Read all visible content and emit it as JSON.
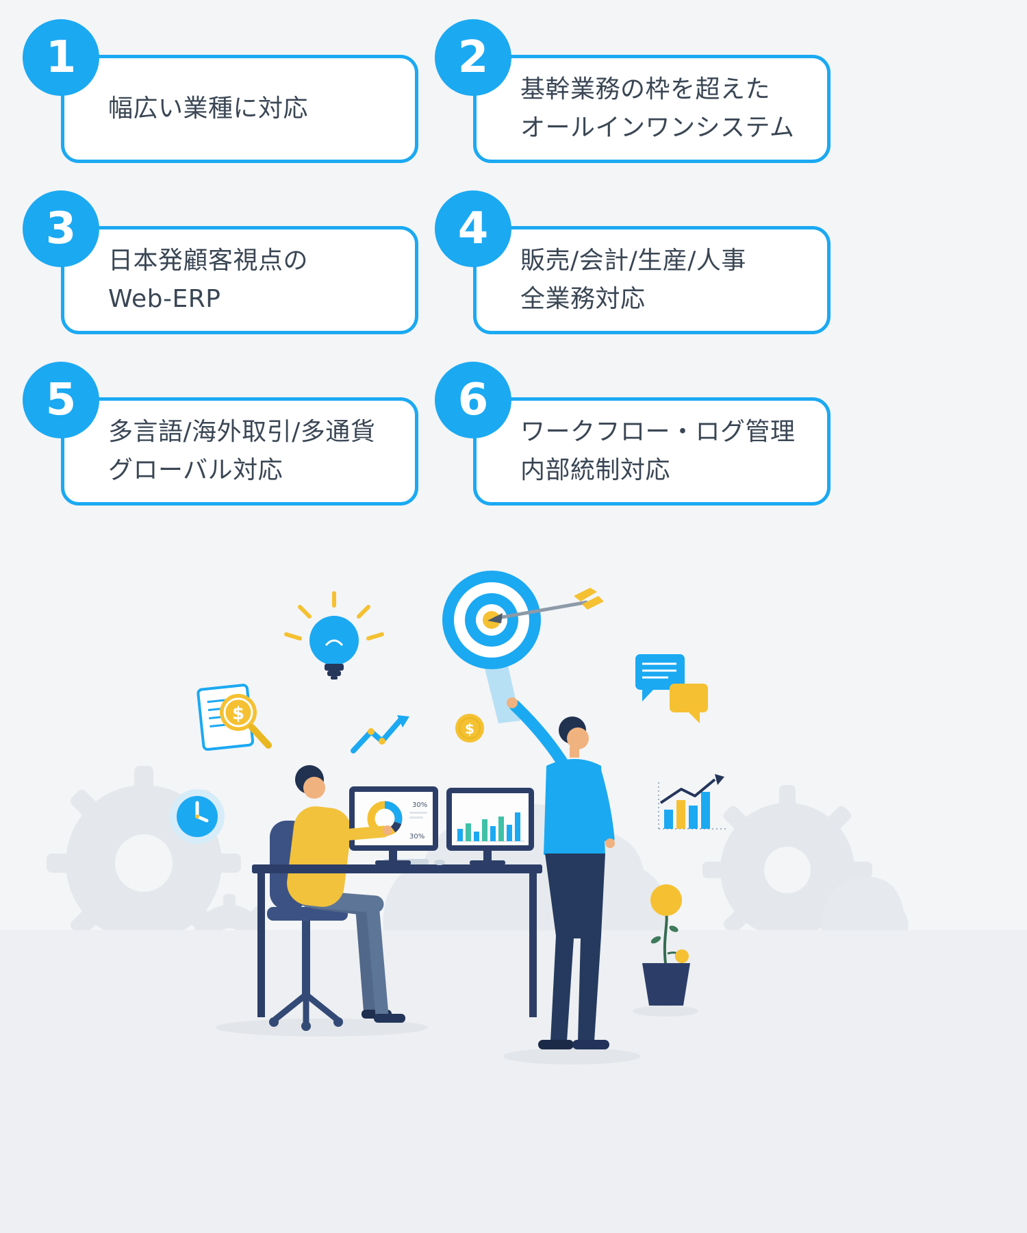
{
  "colors": {
    "accent_blue": "#1ba9f2",
    "accent_yellow": "#f5c132",
    "dark_navy": "#2c3e68",
    "text": "#3a4654",
    "background": "#f3f5f7"
  },
  "features": [
    {
      "number": "1",
      "lines": [
        "幅広い業種に対応"
      ]
    },
    {
      "number": "2",
      "lines": [
        "基幹業務の枠を超えた",
        "オールインワンシステム"
      ]
    },
    {
      "number": "3",
      "lines": [
        "日本発顧客視点の",
        "Web-ERP"
      ]
    },
    {
      "number": "4",
      "lines": [
        "販売/会計/生産/人事",
        "全業務対応"
      ]
    },
    {
      "number": "5",
      "lines": [
        "多言語/海外取引/多通貨",
        "グローバル対応"
      ]
    },
    {
      "number": "6",
      "lines": [
        "ワークフロー・ログ管理",
        "内部統制対応"
      ]
    }
  ],
  "illustration": {
    "monitor_donut_labels": [
      "30%",
      "30%"
    ]
  }
}
